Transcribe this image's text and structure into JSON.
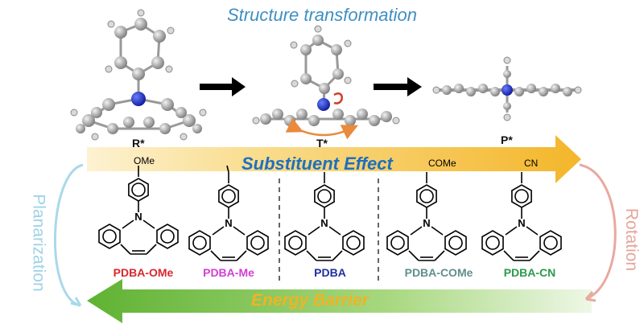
{
  "title": "Structure transformation",
  "states": [
    {
      "label": "R*"
    },
    {
      "label": "T*"
    },
    {
      "label": "P*"
    }
  ],
  "top_band": {
    "label": "Substituent Effect",
    "color": "#f6c23f"
  },
  "bottom_band": {
    "label": "Energy Barrier",
    "color": "#7cc142"
  },
  "left_side": {
    "label": "Planarization",
    "color": "#9fd3e6"
  },
  "right_side": {
    "label": "Rotation",
    "color": "#e6a59b"
  },
  "molecules": [
    {
      "name": "PDBA-OMe",
      "substituent": "OMe",
      "color": "#d9272e"
    },
    {
      "name": "PDBA-Me",
      "substituent": "",
      "color": "#d13fd1"
    },
    {
      "name": "PDBA",
      "substituent": "",
      "color": "#1f2fa0"
    },
    {
      "name": "PDBA-COMe",
      "substituent": "COMe",
      "color": "#5f8f8c"
    },
    {
      "name": "PDBA-CN",
      "substituent": "CN",
      "color": "#2b9a4a"
    }
  ],
  "nitrogen_symbol": "N"
}
